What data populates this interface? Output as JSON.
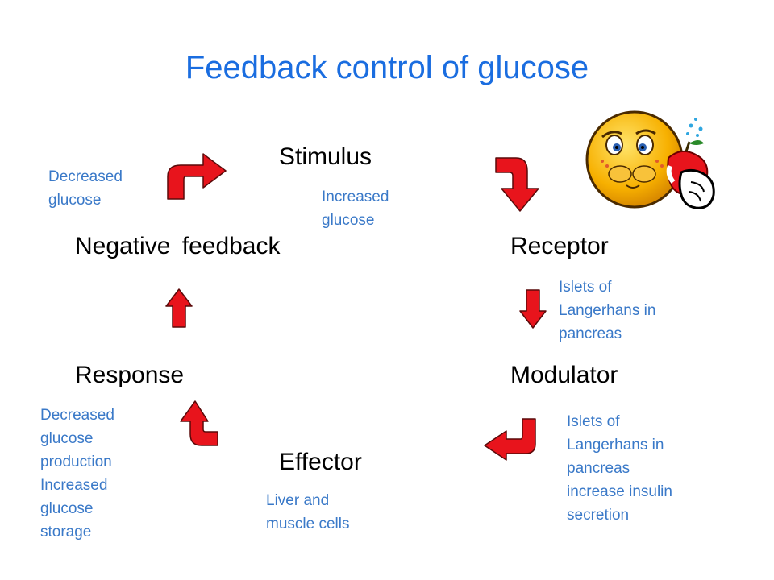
{
  "title": "Feedback control of glucose",
  "nodes": {
    "stimulus": "Stimulus",
    "receptor": "Receptor",
    "modulator": "Modulator",
    "effector": "Effector",
    "response": "Response",
    "negative_feedback": "Negative feedback"
  },
  "notes": {
    "stimulus": [
      "Increased",
      "glucose"
    ],
    "negative_feedback": [
      "Decreased",
      "glucose"
    ],
    "receptor": [
      "Islets of",
      "Langerhans in",
      "pancreas"
    ],
    "modulator": [
      "Islets of",
      "Langerhans in",
      "pancreas",
      "increase insulin",
      "secretion"
    ],
    "effector": [
      "Liver and",
      "muscle cells"
    ],
    "response": [
      "Decreased",
      "glucose",
      "production",
      "Increased",
      "glucose",
      "storage"
    ]
  },
  "colors": {
    "title": "#1a6de0",
    "note": "#3a79c8",
    "arrow_fill": "#e8141c",
    "arrow_stroke": "#5a0a0a",
    "face": "#f7b000"
  },
  "icons": [
    "curved-arrow-icon",
    "straight-arrow-icon",
    "sick-smiley-eating-apple-icon"
  ]
}
